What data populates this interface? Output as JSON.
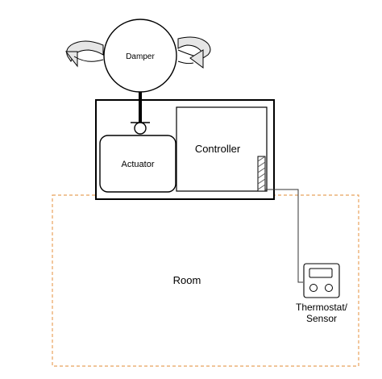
{
  "labels": {
    "damper": "Damper",
    "actuator": "Actuator",
    "controller": "Controller",
    "room": "Room",
    "thermostat_line1": "Thermostat/",
    "thermostat_line2": "Sensor"
  },
  "colors": {
    "stroke": "#000000",
    "fill": "#ffffff",
    "room_border": "#e8a25c",
    "wire": "#333333",
    "arrow_fill": "#e6e6e6",
    "terminal_hatch": "#555555"
  },
  "icons": {
    "rotation_left": "curved-rotation-arrow-icon",
    "rotation_right": "curved-rotation-arrow-icon",
    "thermostat": "thermostat-device-icon",
    "terminal_strip": "hatched-terminal-strip-icon"
  }
}
